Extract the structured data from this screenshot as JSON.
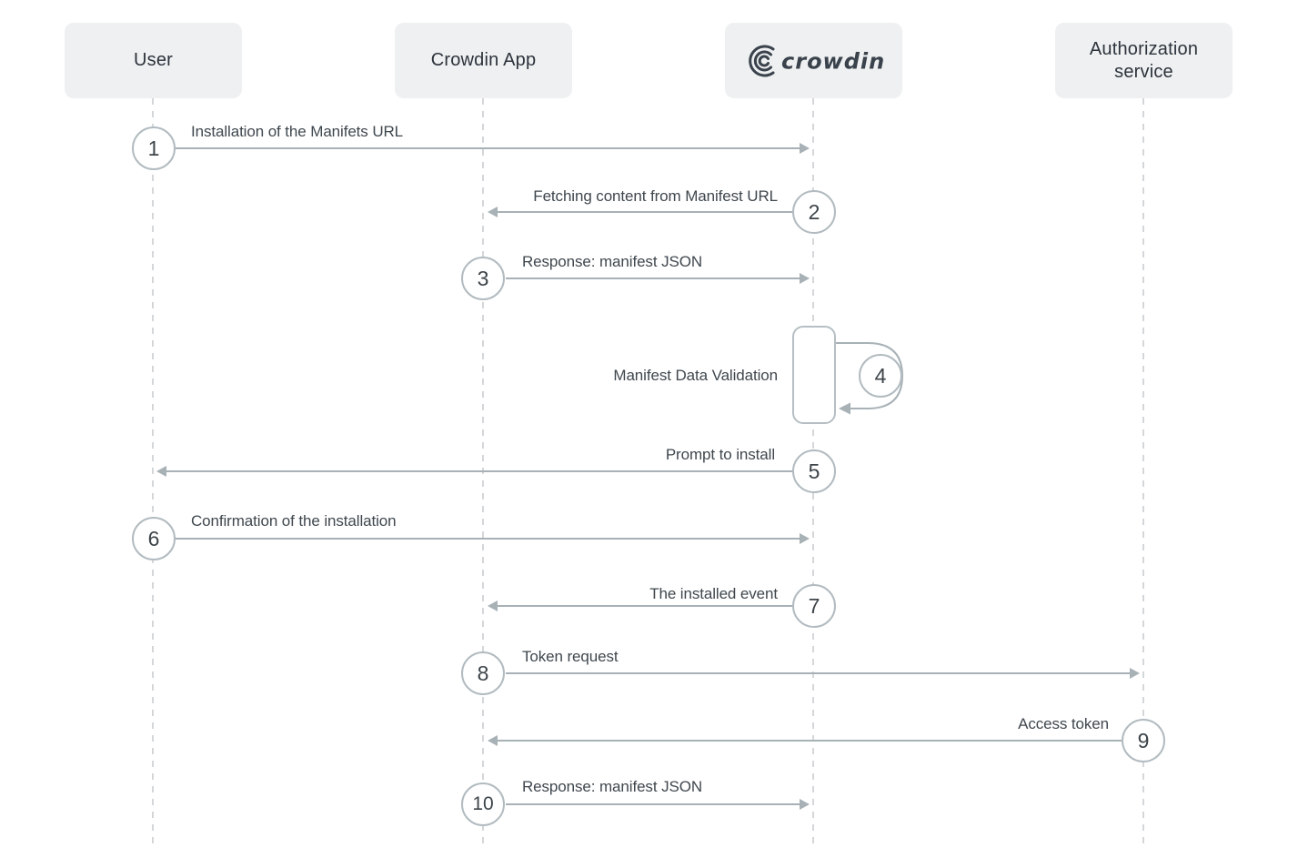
{
  "diagram_type": "sequence-diagram",
  "actors": [
    {
      "id": "user",
      "label": "User"
    },
    {
      "id": "crowdin-app",
      "label": "Crowdin App"
    },
    {
      "id": "crowdin",
      "label": "crowdin",
      "logo": "crowdin-wordmark"
    },
    {
      "id": "authorization-service",
      "label": "Authorization service"
    }
  ],
  "messages": [
    {
      "number": "1",
      "label": "Installation of the Manifets URL",
      "from": "User",
      "to": "Crowdin"
    },
    {
      "number": "2",
      "label": "Fetching content from Manifest URL",
      "from": "Crowdin",
      "to": "Crowdin App"
    },
    {
      "number": "3",
      "label": "Response: manifest JSON",
      "from": "Crowdin App",
      "to": "Crowdin"
    },
    {
      "number": "4",
      "label": "Manifest Data Validation",
      "from": "Crowdin",
      "to": "Crowdin",
      "self_call": true
    },
    {
      "number": "5",
      "label": "Prompt to install",
      "from": "Crowdin",
      "to": "User"
    },
    {
      "number": "6",
      "label": "Confirmation of the installation",
      "from": "User",
      "to": "Crowdin"
    },
    {
      "number": "7",
      "label": "The installed event",
      "from": "Crowdin",
      "to": "Crowdin App"
    },
    {
      "number": "8",
      "label": "Token request",
      "from": "Crowdin App",
      "to": "Authorization service"
    },
    {
      "number": "9",
      "label": "Access token",
      "from": "Authorization service",
      "to": "Crowdin App"
    },
    {
      "number": "10",
      "label": "Response: manifest JSON",
      "from": "Crowdin App",
      "to": "Crowdin"
    }
  ],
  "colors": {
    "background": "#ffffff",
    "actor_box_bg": "#eef0f1",
    "actor_text": "#2d333c",
    "lifeline": "#d4d7da",
    "arrow": "#a7b1b6",
    "circle_border": "#b2bbc0",
    "label_text": "#3f474e",
    "logo_ink": "#3a424c"
  }
}
